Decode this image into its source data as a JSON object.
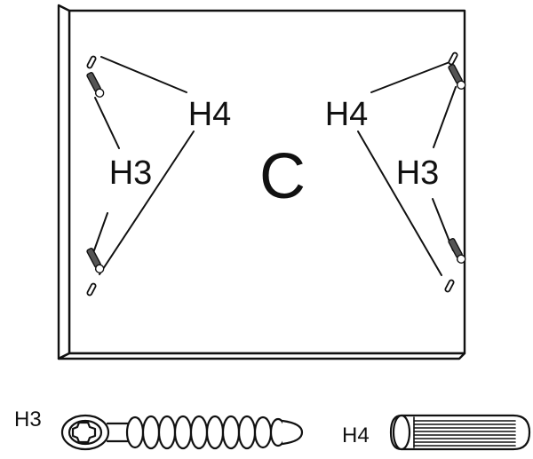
{
  "panel": {
    "label": "C"
  },
  "callouts": {
    "left_upper": "H4",
    "left_middle": "H3",
    "right_upper": "H4",
    "right_middle": "H3"
  },
  "legend": {
    "h3": {
      "label": "H3",
      "part": "screw-icon"
    },
    "h4": {
      "label": "H4",
      "part": "dowel-icon"
    }
  },
  "colors": {
    "ink": "#111111",
    "background": "#ffffff"
  }
}
